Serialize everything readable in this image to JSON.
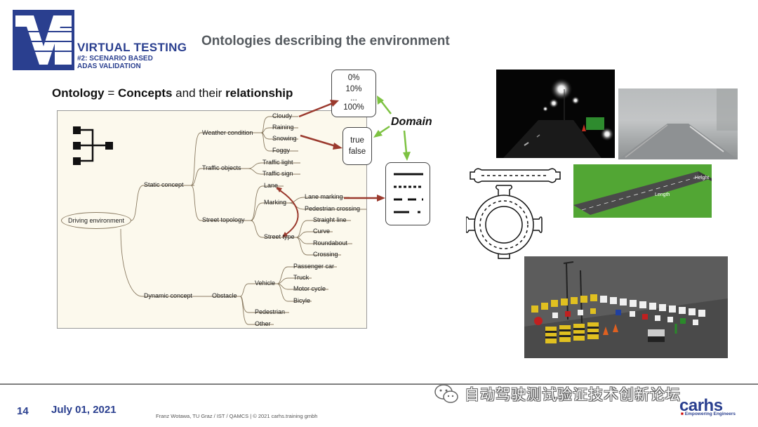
{
  "logo": {
    "title": "VIRTUAL TESTING",
    "subtitle_line1": "#2: SCENARIO BASED",
    "subtitle_line2": "ADAS VALIDATION"
  },
  "slide_title": "Ontologies describing the environment",
  "heading": {
    "part1": "Ontology",
    "part2": " = ",
    "part3": "Concepts",
    "part4": " and their ",
    "part5": "relationship"
  },
  "tree": {
    "root": "Driving environment",
    "static_concept": "Static concept",
    "dynamic_concept": "Dynamic concept",
    "weather_condition": "Weather condition",
    "weather": [
      "Cloudy",
      "Raining",
      "Snowing",
      "Foggy"
    ],
    "traffic_objects": "Traffic objects",
    "traffic": [
      "Traffic light",
      "Traffic sign"
    ],
    "street_topology": "Street topology",
    "lane": "Lane",
    "marking": "Marking",
    "marking_items": [
      "Lane marking",
      "Pedestrian crossing"
    ],
    "street_type": "Street type",
    "street_types": [
      "Straight line",
      "Curve",
      "Roundabout",
      "Crossing"
    ],
    "obstacle": "Obstacle",
    "vehicle": "Vehicle",
    "vehicles": [
      "Passenger car",
      "Truck",
      "Motor cycle",
      "Bicyle"
    ],
    "pedestrian": "Pedestrian",
    "other": "Other"
  },
  "domain": {
    "label": "Domain",
    "percent_values": [
      "0%",
      "10%",
      "...",
      "100%"
    ],
    "bool_values": [
      "true",
      "false"
    ]
  },
  "road_image": {
    "length_label": "Length",
    "height_label": "Height"
  },
  "footer": {
    "page_number": "14",
    "date": "July 01, 2021",
    "copyright": "Franz Wotawa, TU Graz / IST / QAMCS | © 2021 carhs.training gmbh",
    "watermark": "自动驾驶测试验证技术创新论坛",
    "brand": "carhs",
    "brand_tag_marker": "■",
    "brand_tag": "Empowering Engineers"
  },
  "colors": {
    "brand_blue": "#2a3f8f",
    "arrow_red": "#9b3a2e",
    "arrow_green": "#7dc242",
    "tree_bg": "#fcf9ed",
    "tree_line": "#8b7c63"
  }
}
